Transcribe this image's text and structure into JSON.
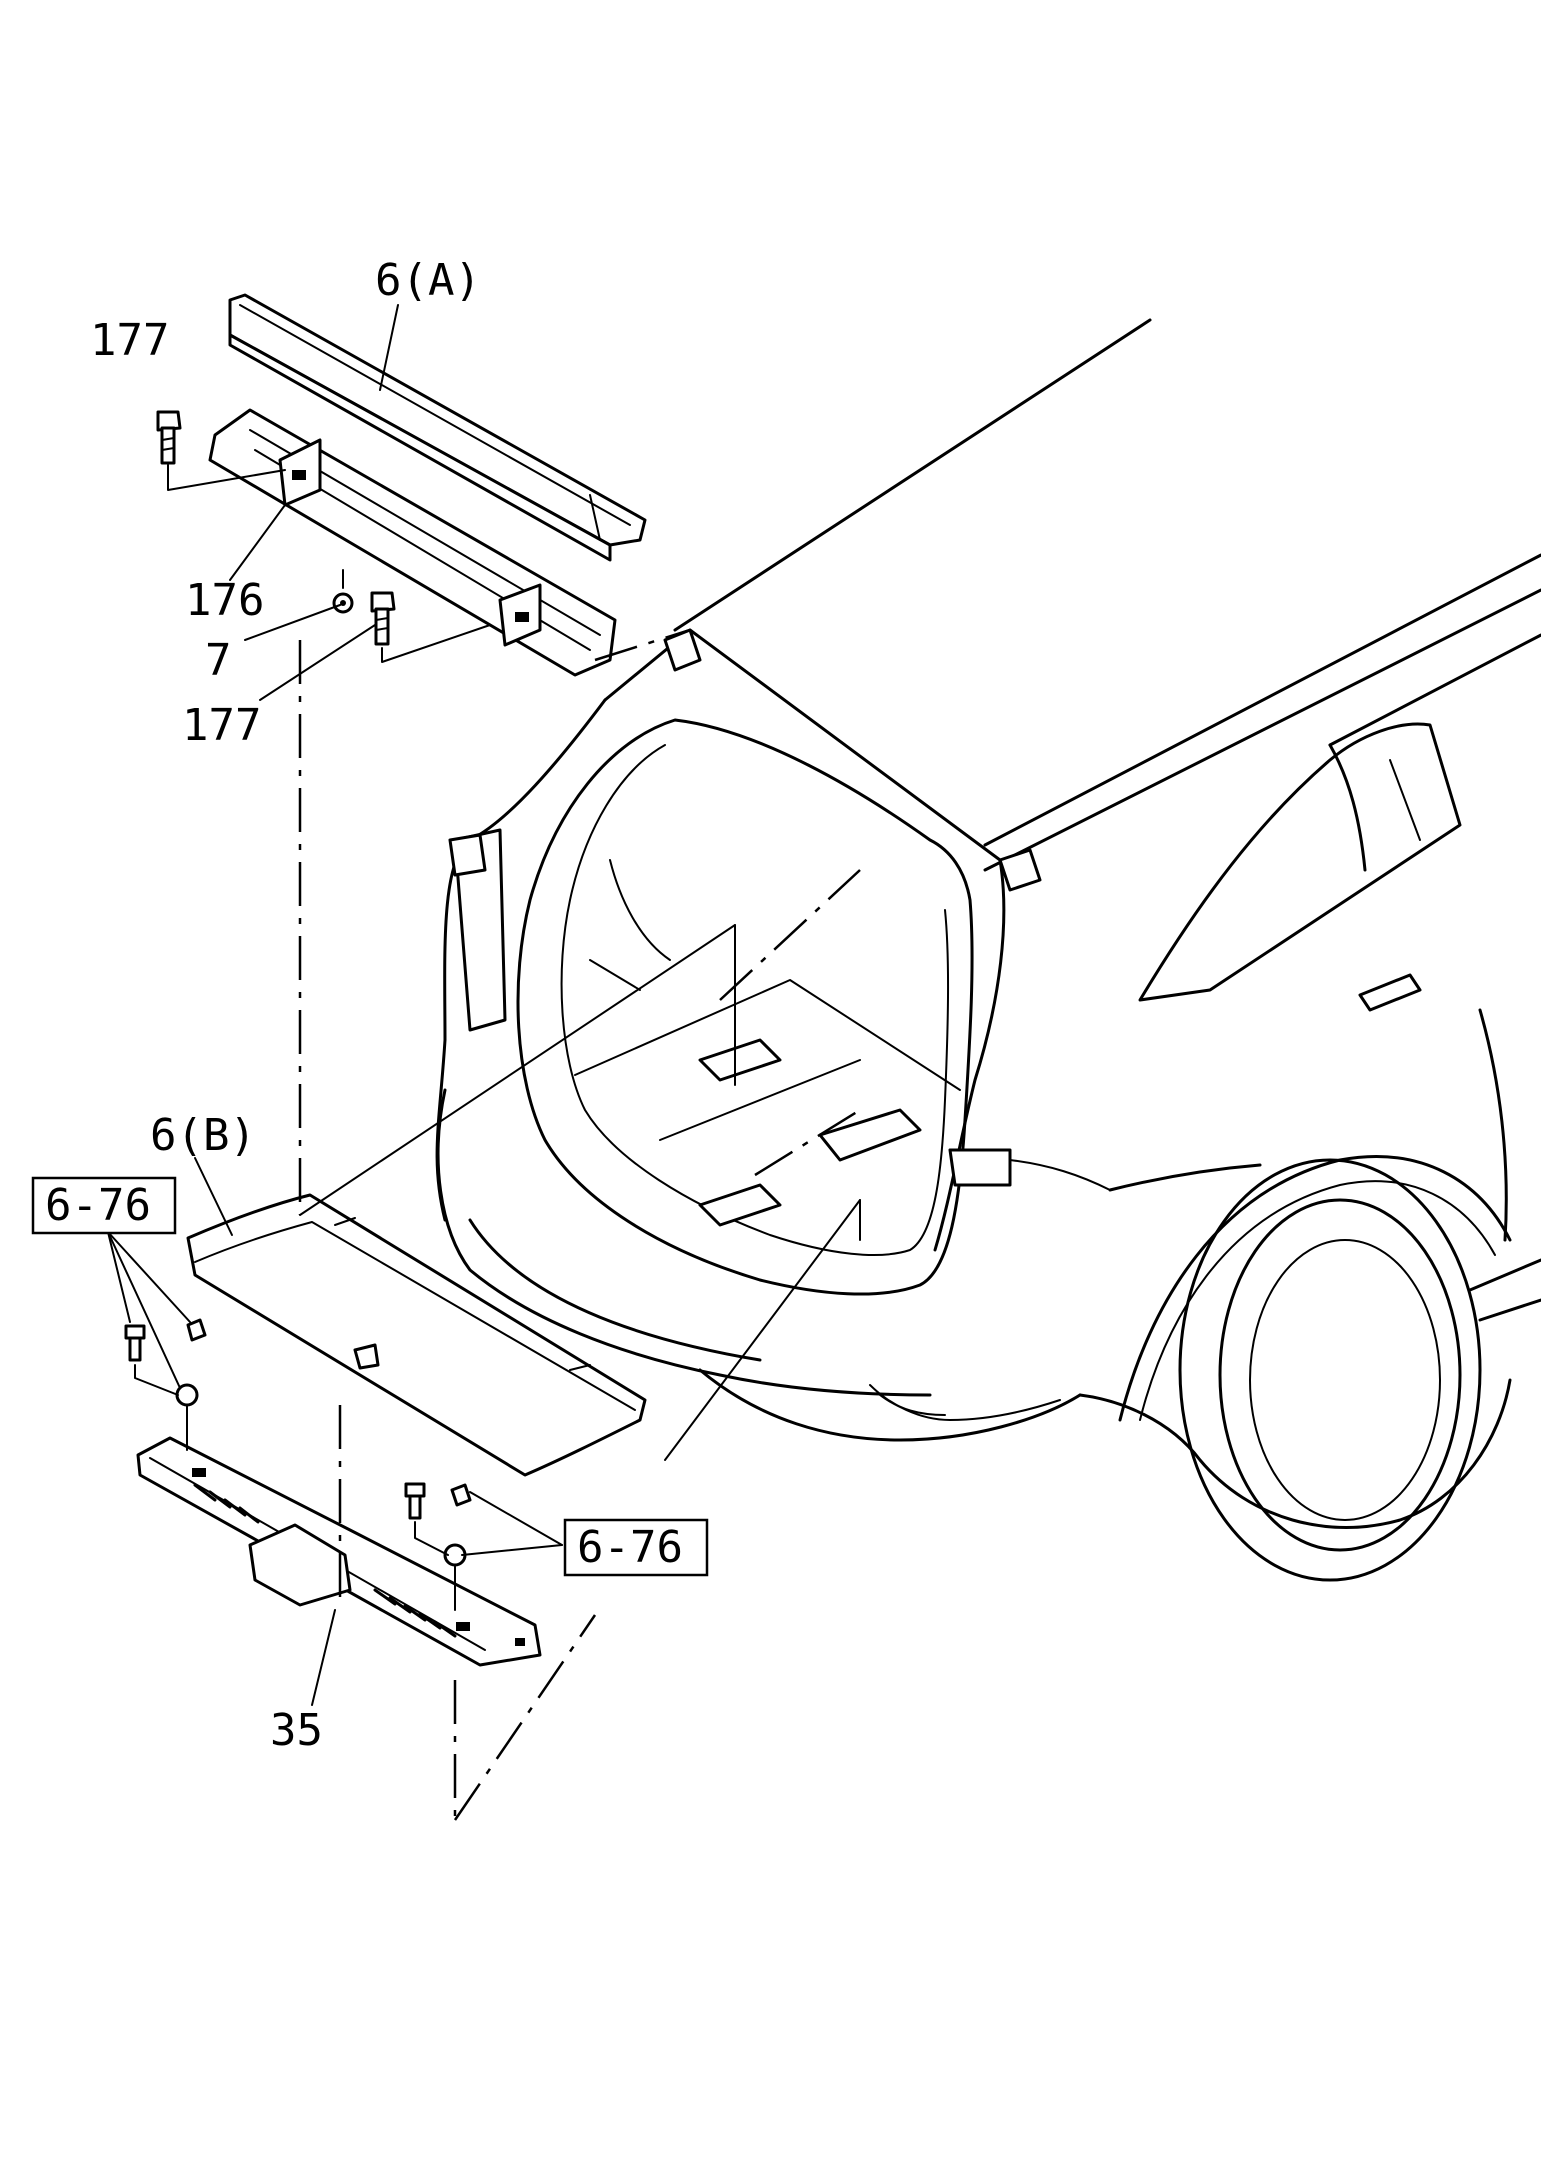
{
  "callouts": {
    "part_6a": "6(A)",
    "part_177_top": "177",
    "part_176": "176",
    "part_7": "7",
    "part_177_bottom": "177",
    "part_6b": "6(B)",
    "part_35": "35"
  },
  "references": {
    "ref_left": "6-76",
    "ref_right": "6-76"
  }
}
